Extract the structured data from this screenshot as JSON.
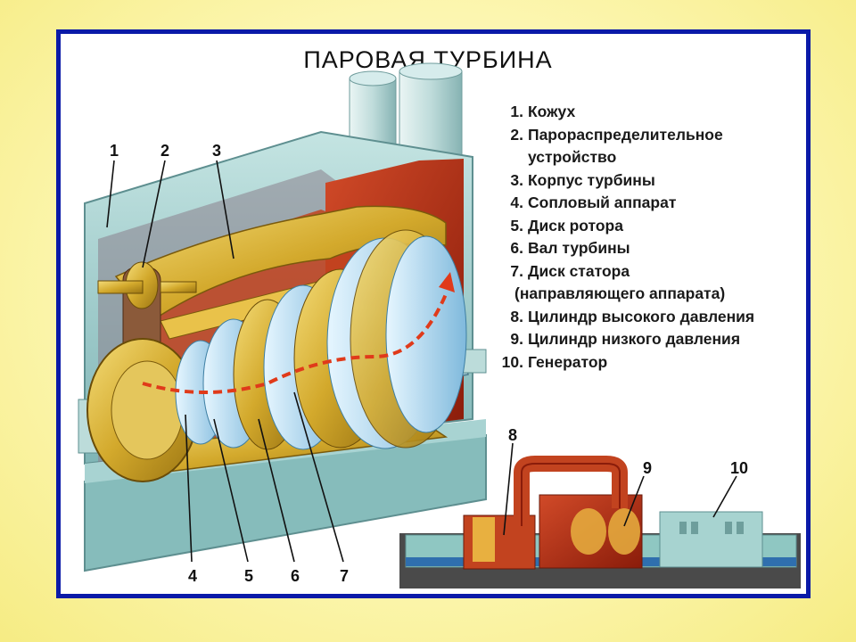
{
  "title": "ПАРОВАЯ ТУРБИНА",
  "legend": [
    {
      "num": "1.",
      "text": "Кожух"
    },
    {
      "num": "2.",
      "text": "Парораспределительное",
      "cont": "устройство"
    },
    {
      "num": "3.",
      "text": "Корпус турбины"
    },
    {
      "num": "4.",
      "text": "Сопловый аппарат"
    },
    {
      "num": "5.",
      "text": "Диск ротора"
    },
    {
      "num": "6.",
      "text": "Вал турбины"
    },
    {
      "num": "7.",
      "text": "Диск статора",
      "cont": "(направляющего аппарата)"
    },
    {
      "num": "8.",
      "text": "Цилиндр высокого давления"
    },
    {
      "num": "9.",
      "text": "Цилиндр низкого давления"
    },
    {
      "num": "10.",
      "text": "Генератор"
    }
  ],
  "callouts": {
    "c1": "1",
    "c2": "2",
    "c3": "3",
    "c4": "4",
    "c5": "5",
    "c6": "6",
    "c7": "7",
    "c8": "8",
    "c9": "9",
    "c10": "10"
  },
  "colors": {
    "frame": "#0a1aa8",
    "casing": "#a7d3d3",
    "housing": "#d9b63a",
    "cylinder": "#b32a12",
    "blades": "#a8d6ee",
    "steam_flow": "#e03a1a"
  }
}
